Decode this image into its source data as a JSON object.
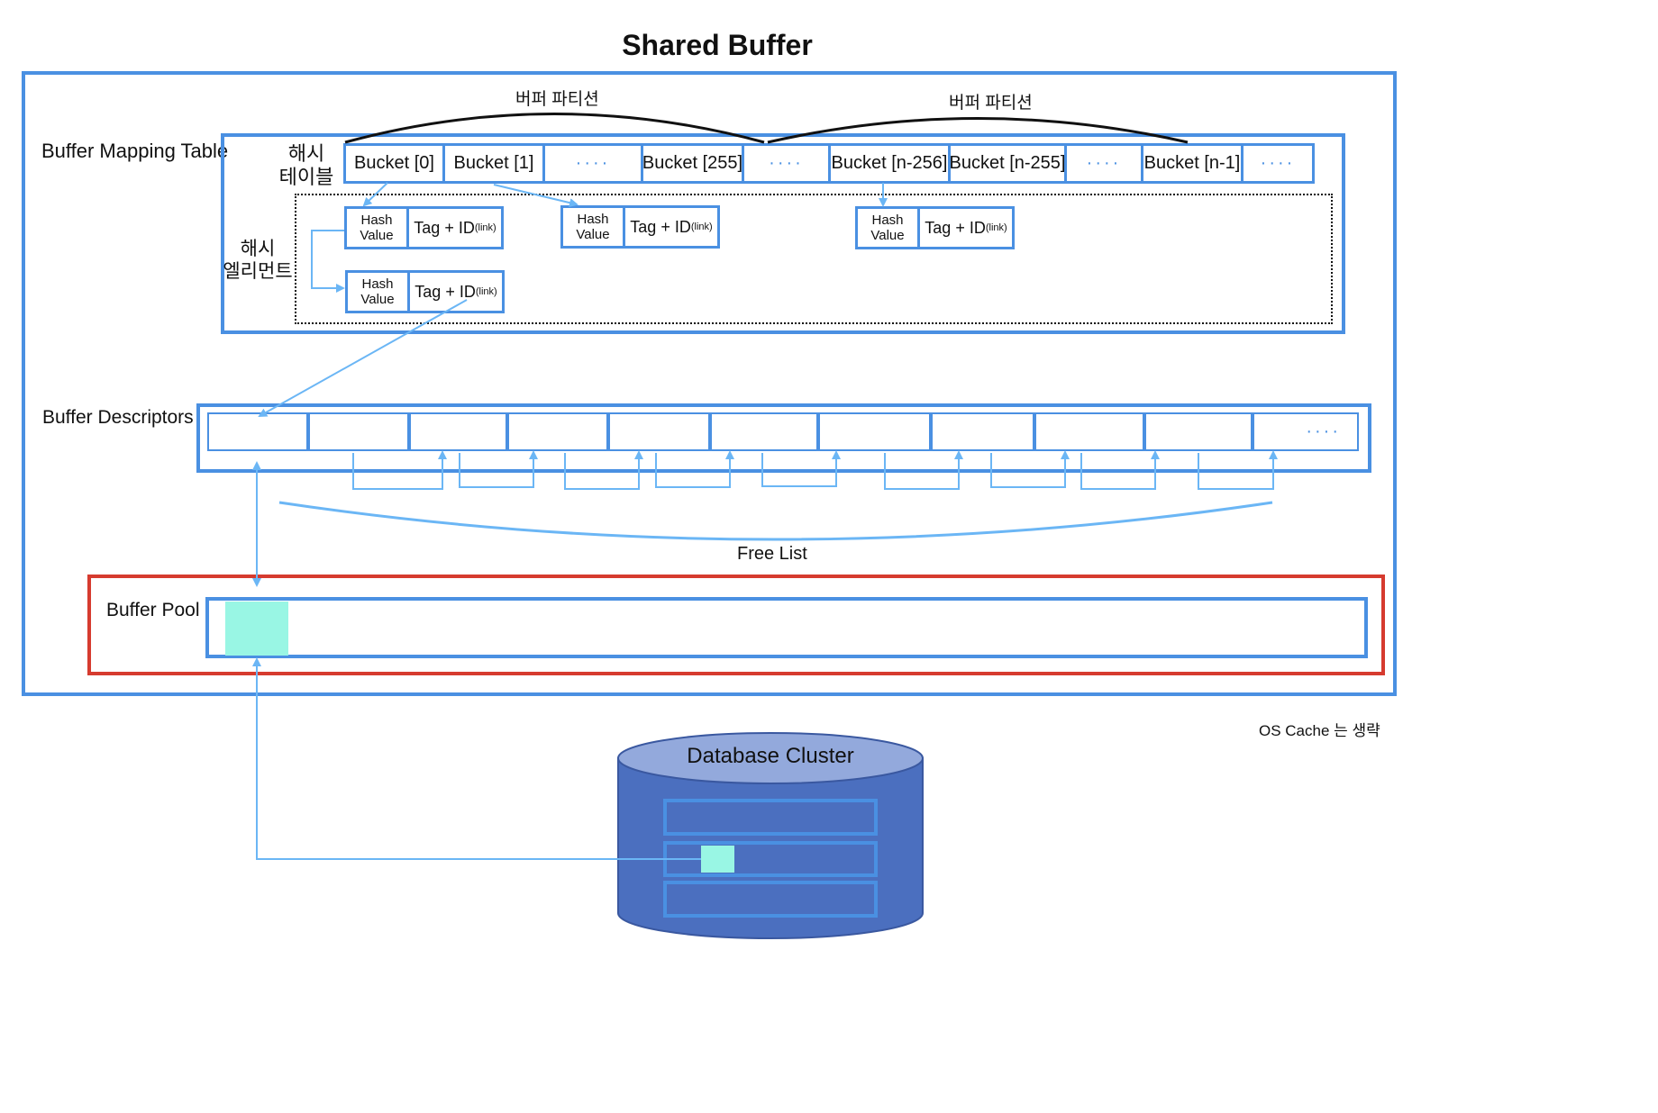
{
  "title": "Shared Buffer",
  "mapping_table": {
    "label": "Buffer Mapping Table",
    "hash_table_label": [
      "해시",
      "테이블"
    ],
    "hash_element_label": [
      "해시",
      "엘리먼트"
    ],
    "partition_label_1": "버퍼 파티션",
    "partition_label_2": "버퍼 파티션",
    "buckets": [
      "Bucket [0]",
      "Bucket [1]",
      "····",
      "Bucket [255]",
      "····",
      "Bucket [n-256]",
      "Bucket [n-255]",
      "····",
      "Bucket [n-1]",
      "····"
    ],
    "element": {
      "hash_value": [
        "Hash",
        "Value"
      ],
      "tag_text": "Tag  +  ID",
      "link_sub": "(link)"
    }
  },
  "descriptors": {
    "label": "Buffer Descriptors",
    "trailing_dots": "····"
  },
  "free_list_label": "Free List",
  "buffer_pool": {
    "label": "Buffer Pool"
  },
  "os_note": "OS Cache 는 생략",
  "database": {
    "label": "Database Cluster"
  },
  "colors": {
    "box_blue": "#4a90e2",
    "arrow_blue": "#6bb6f5",
    "pool_red": "#d63b2f",
    "page_cyan": "#99f6e4",
    "db_body": "#4b6fbf",
    "db_top": "#93a9dc"
  }
}
